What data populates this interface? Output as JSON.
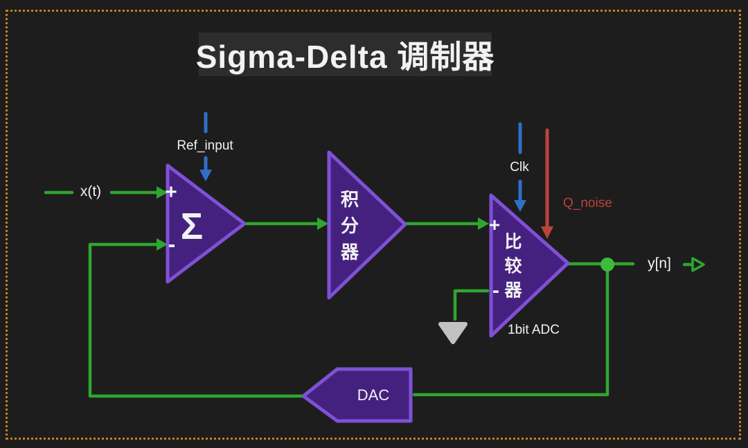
{
  "title": "Sigma-Delta 调制器",
  "colors": {
    "background": "#1d1d1d",
    "title_backdrop": "#2d2d2d",
    "border_dots": "#c5801f",
    "block_fill": "#45217f",
    "block_stroke": "#7e51d5",
    "signal_green": "#2fa62f",
    "node_green": "#3cbc3c",
    "clock_blue": "#2f6fc8",
    "noise_red": "#bd4339",
    "ground_gray": "#c2c2c2",
    "text_white": "#f2f2f2"
  },
  "labels": {
    "input_signal": "x(t)",
    "ref_input": "Ref_input",
    "clk": "Clk",
    "q_noise": "Q_noise",
    "output_signal": "y[n]",
    "adc_note": "1bit ADC"
  },
  "blocks": {
    "summer": {
      "symbol": "Σ",
      "plus": "+",
      "minus": "-"
    },
    "integrator": {
      "name": "积分器",
      "chars": [
        "积",
        "分",
        "器"
      ]
    },
    "comparator": {
      "name": "比较器",
      "chars": [
        "比",
        "较",
        "器"
      ],
      "plus": "+",
      "minus": "-"
    },
    "dac": {
      "label": "DAC"
    }
  }
}
